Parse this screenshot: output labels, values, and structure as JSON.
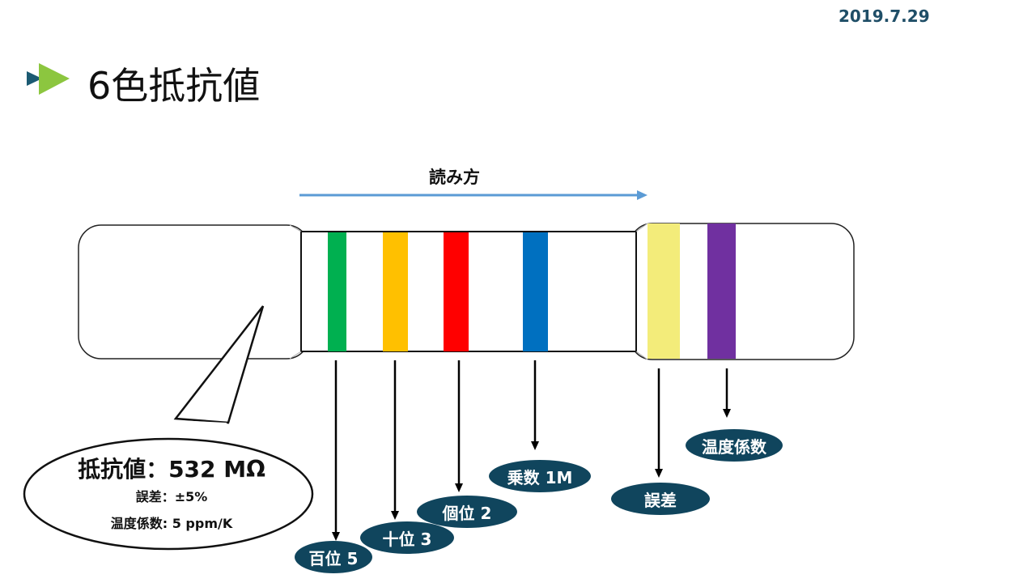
{
  "date": "2019.7.29",
  "title": "6色抵抗値",
  "reading_direction": "読み方",
  "bands": [
    {
      "label": "百位 5",
      "color": "#00b050"
    },
    {
      "label": "十位 3",
      "color": "#ffc000"
    },
    {
      "label": "個位 2",
      "color": "#ff0000"
    },
    {
      "label": "乗数 1M",
      "color": "#0070c0"
    },
    {
      "label": "誤差",
      "color": "#f3ec7a"
    },
    {
      "label": "温度係数",
      "color": "#7030a0"
    }
  ],
  "callout": {
    "resistance": "抵抗値：532 MΩ",
    "tolerance": "誤差：±5%",
    "tempco": "温度係数: 5 ppm/K"
  }
}
